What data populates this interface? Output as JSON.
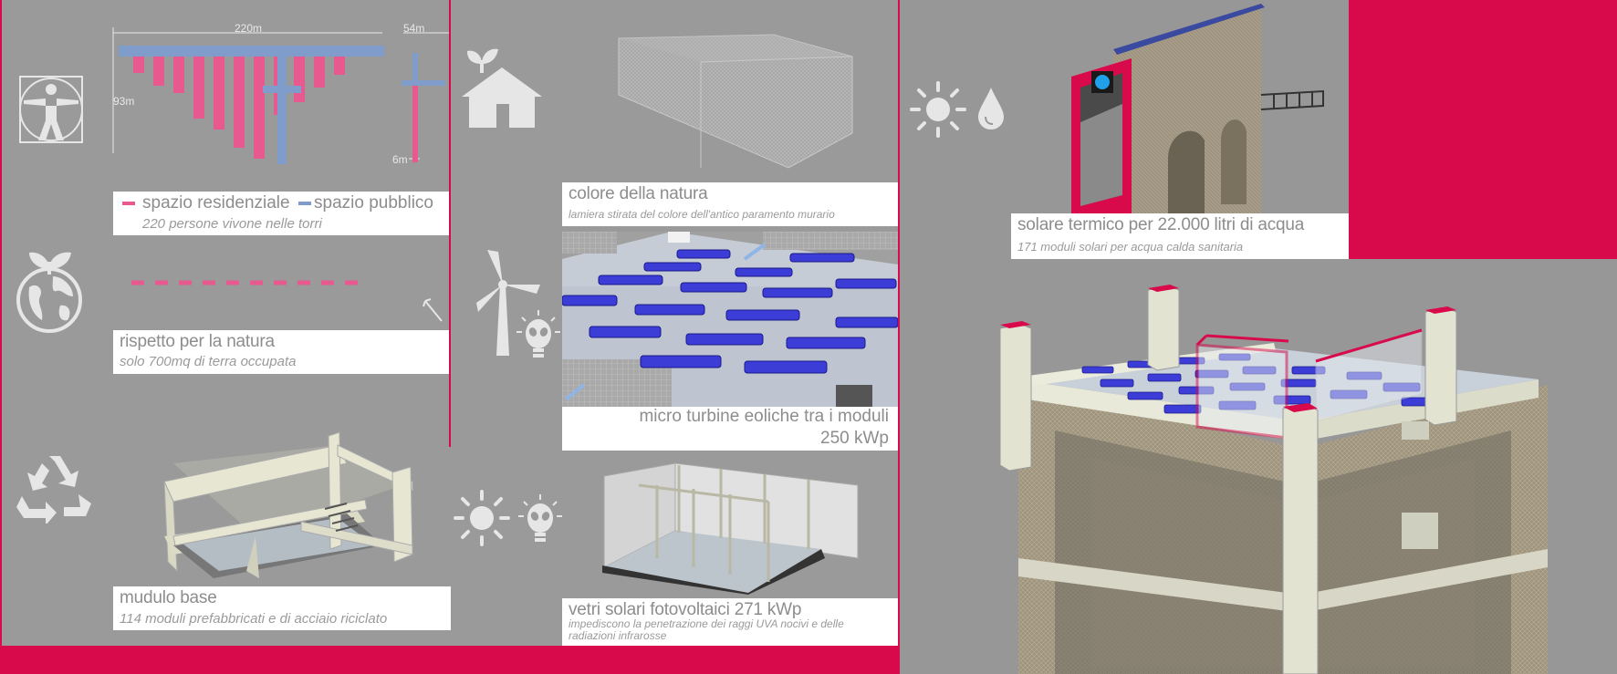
{
  "colors": {
    "accent": "#d90a4c",
    "residential": "#e8598f",
    "public": "#7f9ccb",
    "panel_bg": "#9a9a9a",
    "caption_bg": "#ffffff",
    "caption_text": "#8d8d8d"
  },
  "left_column": {
    "dimensions": {
      "width_label": "220m",
      "side_width_label": "54m",
      "height_label": "93m",
      "depth_label": "6m"
    },
    "legend": {
      "residential": "spazio residenziale",
      "public": "spazio pubblico",
      "note": "220 persone vivone nelle torri"
    },
    "nature": {
      "title": "rispetto per la natura",
      "subtitle": "solo 700mq di terra occupata"
    },
    "module": {
      "title": "mudulo base",
      "subtitle": "114 moduli prefabbricati e di acciaio riciclato"
    },
    "icons": [
      "vitruvian-man-icon",
      "earth-sprout-icon",
      "recycle-icon"
    ]
  },
  "middle_column": {
    "color": {
      "title": "colore della natura",
      "subtitle": "lamiera stirata del colore dell'antico paramento murario"
    },
    "turbines": {
      "title": "micro turbine eoliche tra i moduli",
      "power": "250 kWp"
    },
    "glass": {
      "title": "vetri solari fotovoltaici  271 kWp",
      "subtitle": "impediscono la penetrazione dei raggi UVA nocivi e delle radiazioni infrarosse"
    },
    "icons": [
      "eco-house-icon",
      "wind-turbine-icon",
      "alien-bulb-icon",
      "sun-icon",
      "alien-bulb-icon"
    ]
  },
  "right_column": {
    "solar_thermal": {
      "title": "solare termico per 22.000 litri di acqua",
      "subtitle": "171 moduli solari per acqua calda sanitaria"
    },
    "icons": [
      "sun-icon",
      "water-drop-icon"
    ]
  }
}
